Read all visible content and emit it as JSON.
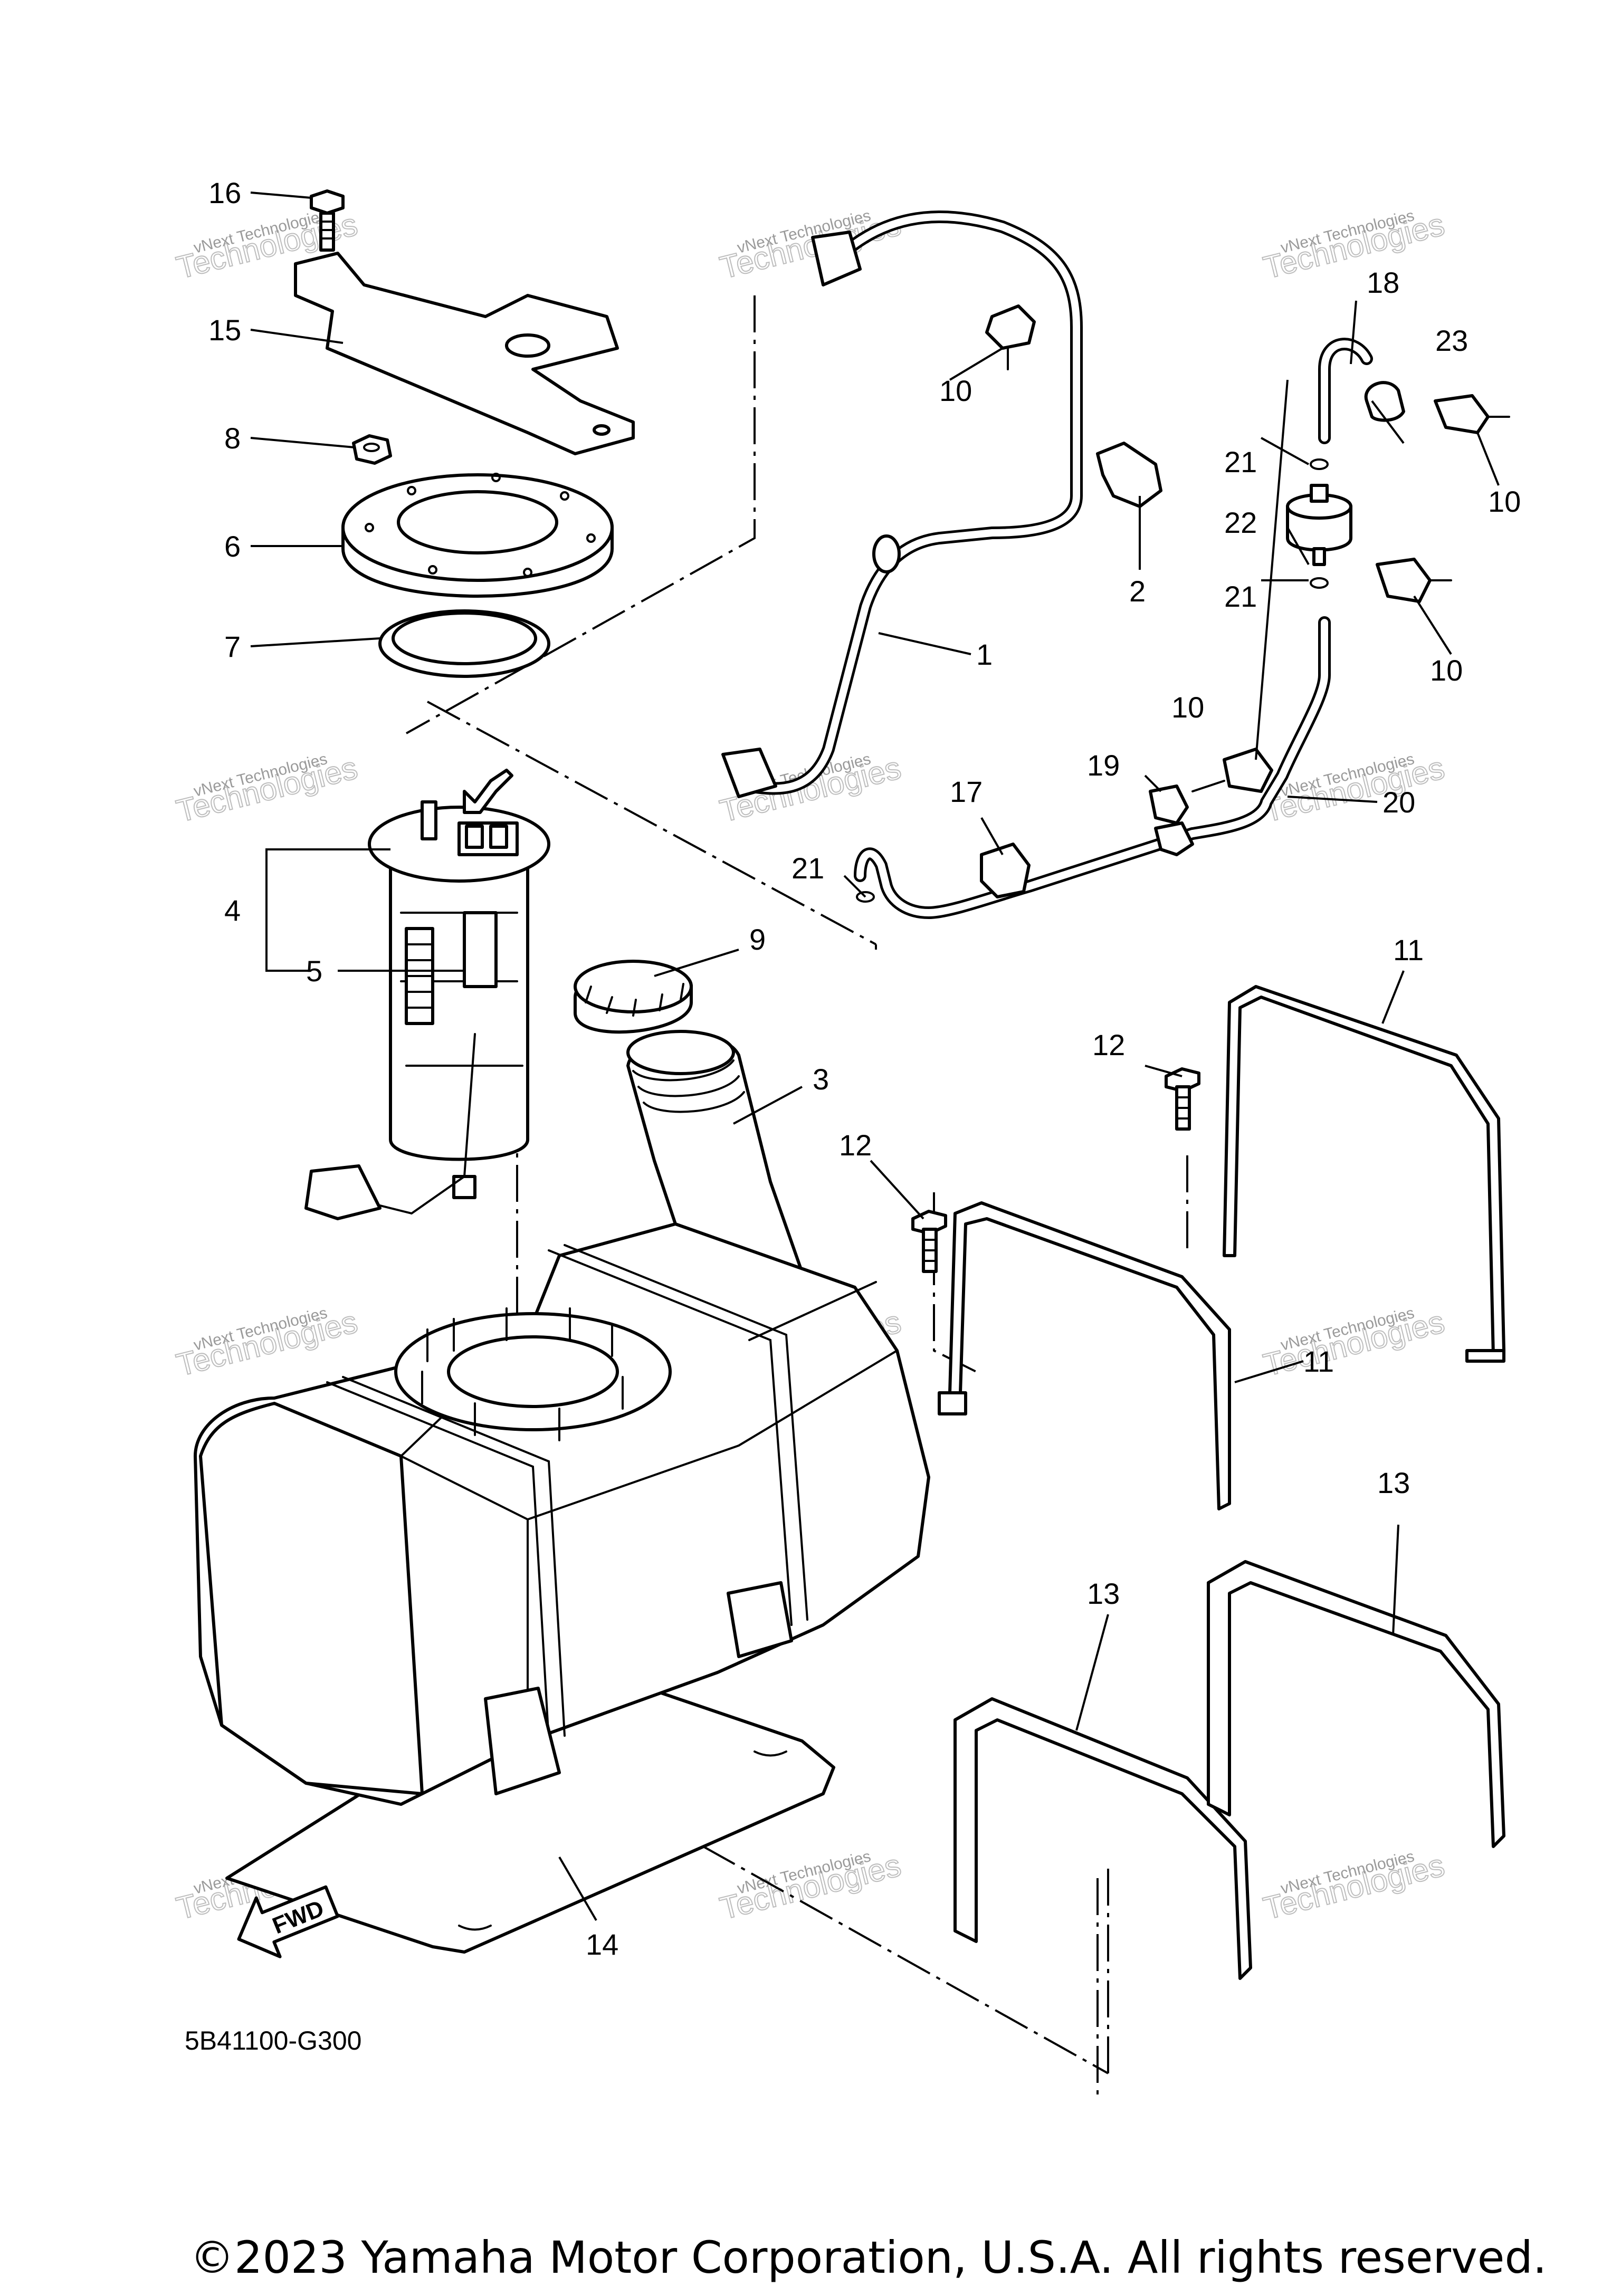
{
  "diagram": {
    "code": "5B41100-G300",
    "fwd_label": "FWD",
    "callouts": {
      "c1": "1",
      "c2": "2",
      "c3": "3",
      "c4": "4",
      "c5": "5",
      "c6": "6",
      "c7": "7",
      "c8": "8",
      "c9": "9",
      "c10a": "10",
      "c10b": "10",
      "c10c": "10",
      "c10d": "10",
      "c11a": "11",
      "c11b": "11",
      "c12a": "12",
      "c12b": "12",
      "c13a": "13",
      "c13b": "13",
      "c14": "14",
      "c15": "15",
      "c16": "16",
      "c17": "17",
      "c18": "18",
      "c19": "19",
      "c20": "20",
      "c21a": "21",
      "c21b": "21",
      "c21c": "21",
      "c22": "22",
      "c23": "23"
    },
    "watermark": {
      "small": "vNext Technologies",
      "big": "Technologies",
      "top": "vNext"
    }
  },
  "footer": {
    "copyright": "©2023 Yamaha Motor Corporation, U.S.A. All rights reserved."
  }
}
